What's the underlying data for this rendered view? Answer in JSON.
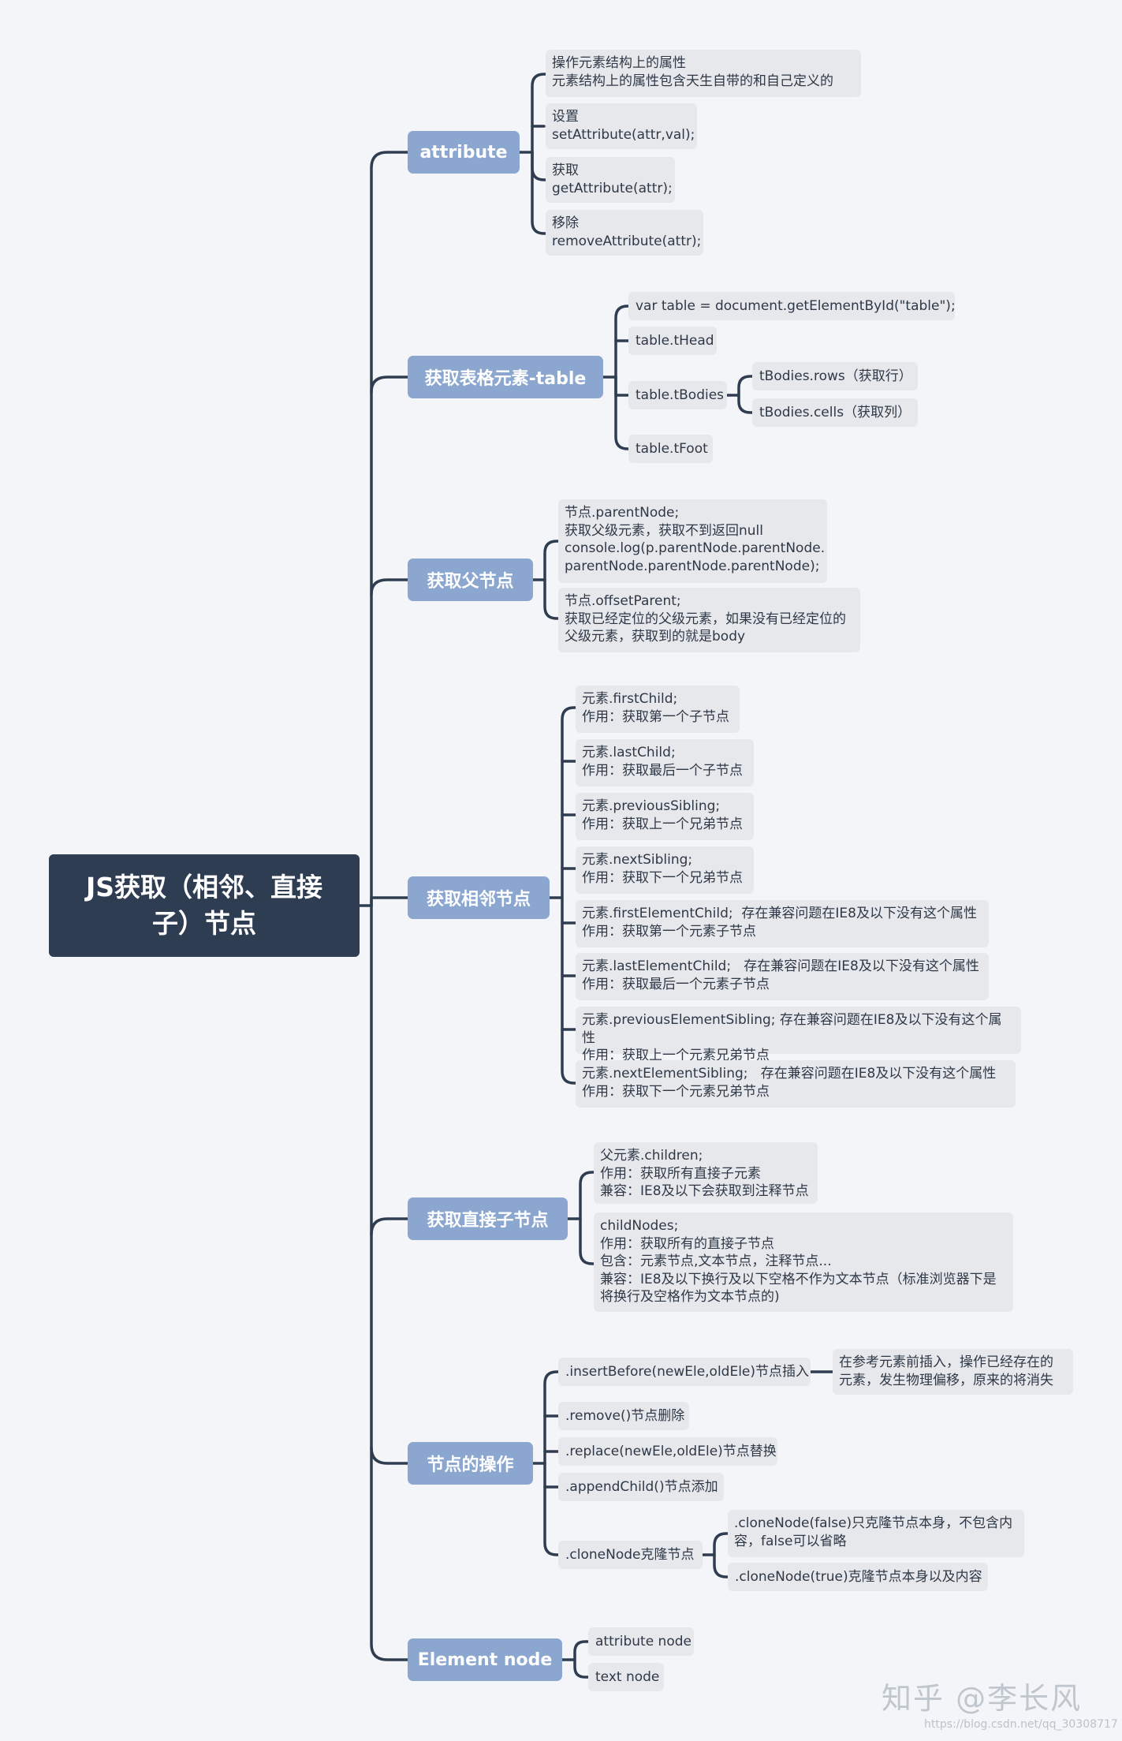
{
  "root": {
    "title": "JS获取（相邻、直接子）节点"
  },
  "categories": {
    "attribute": "attribute",
    "table": "获取表格元素-table",
    "parent": "获取父节点",
    "sibling": "获取相邻节点",
    "children": "获取直接子节点",
    "ops": "节点的操作",
    "element": "Element node"
  },
  "attribute": {
    "l1": "操作元素结构上的属性\n元素结构上的属性包含天生自带的和自己定义的",
    "l2": "设置\nsetAttribute(attr,val);",
    "l3": "获取\ngetAttribute(attr);",
    "l4": "移除\nremoveAttribute(attr);"
  },
  "table": {
    "l1": "var table = document.getElementById(\"table\");",
    "l2": "table.tHead",
    "l3": "table.tBodies",
    "l3a": "tBodies.rows（获取行）",
    "l3b": "tBodies.cells（获取列）",
    "l4": "table.tFoot"
  },
  "parent": {
    "l1": "节点.parentNode;\n获取父级元素，获取不到返回null\nconsole.log(p.parentNode.parentNode.\nparentNode.parentNode.parentNode);",
    "l2": "节点.offsetParent;\n获取已经定位的父级元素，如果没有已经定位的\n父级元素，获取到的就是body"
  },
  "sibling": {
    "l1": "元素.firstChild;\n作用：获取第一个子节点",
    "l2": "元素.lastChild;\n作用：获取最后一个子节点",
    "l3": "元素.previousSibling;\n作用：获取上一个兄弟节点",
    "l4": "元素.nextSibling;\n作用：获取下一个兄弟节点",
    "l5": "元素.firstElementChild;  存在兼容问题在IE8及以下没有这个属性\n作用：获取第一个元素子节点",
    "l6": "元素.lastElementChild;   存在兼容问题在IE8及以下没有这个属性\n作用：获取最后一个元素子节点",
    "l7": "元素.previousElementSibling; 存在兼容问题在IE8及以下没有这个属性\n作用：获取上一个元素兄弟节点",
    "l8": "元素.nextElementSibling;   存在兼容问题在IE8及以下没有这个属性\n作用：获取下一个元素兄弟节点"
  },
  "children": {
    "l1": "父元素.children;\n作用：获取所有直接子元素\n兼容：IE8及以下会获取到注释节点",
    "l2": "childNodes;\n作用：获取所有的直接子节点\n包含：元素节点,文本节点，注释节点...\n兼容：IE8及以下换行及以下空格不作为文本节点（标准浏览器下是\n将换行及空格作为文本节点的)"
  },
  "ops": {
    "l1": ".insertBefore(newEle,oldEle)节点插入",
    "l1a": "在参考元素前插入，操作已经存在的\n元素，发生物理偏移，原来的将消失",
    "l2": ".remove()节点删除",
    "l3": ".replace(newEle,oldEle)节点替换",
    "l4": ".appendChild()节点添加",
    "l5": ".cloneNode克隆节点",
    "l5a": ".cloneNode(false)只克隆节点本身，不包含内\n容，false可以省略",
    "l5b": ".cloneNode(true)克隆节点本身以及内容"
  },
  "element": {
    "l1": "attribute node",
    "l2": "text node"
  },
  "watermark": {
    "main": "知乎 @李长风",
    "url": "https://blog.csdn.net/qq_30308717"
  }
}
